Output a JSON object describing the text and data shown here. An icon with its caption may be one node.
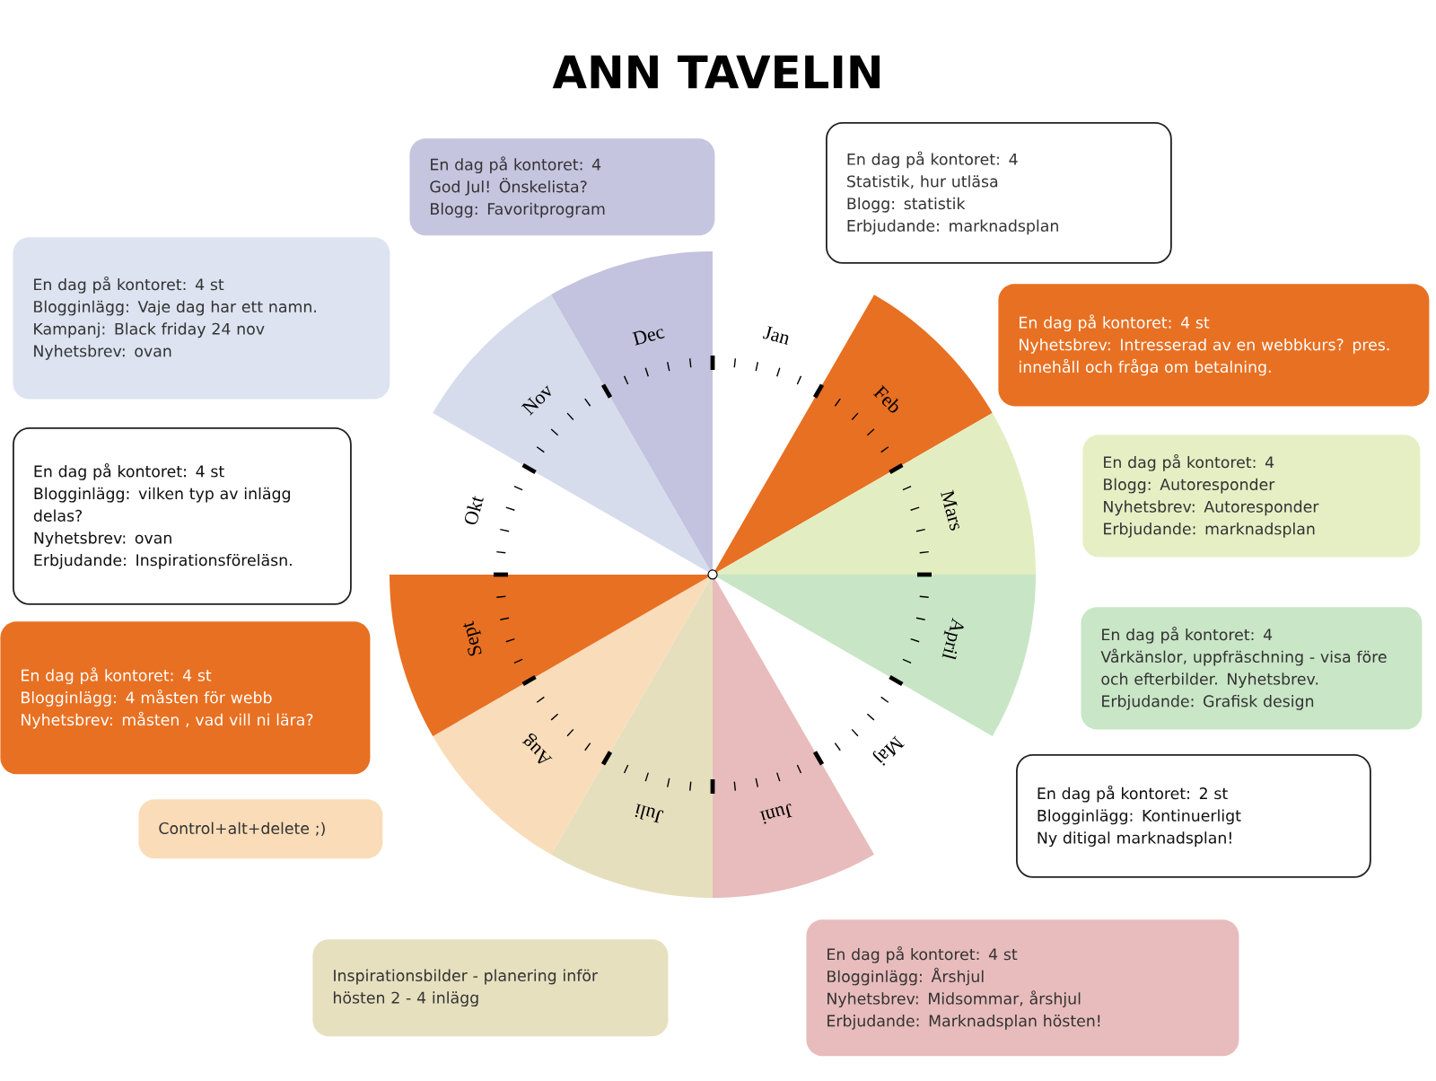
{
  "diagram": {
    "title": "ANN TAVELIN",
    "nodes": [
      {
        "text": [
          "En dag på kontoret: 4",
          "God Jul! Önskelista?",
          "Blogg: Favoritprogram"
        ]
      },
      {
        "text": [
          "En dag på kontoret: 4",
          "Statistik, hur utläsa",
          "Blogg: statistik",
          "Erbjudande: marknadsplan"
        ]
      },
      {
        "text": [
          "En dag på kontoret: 4 st",
          "Blogginlägg: Vaje dag har ett namn.",
          "Kampanj: Black friday 24 nov",
          "Nyhetsbrev: ovan"
        ]
      },
      {
        "text": [
          "En dag på kontoret: 4 st",
          "Nyhetsbrev: Intresserad av en webbkurs? pres. innehåll och fråga om betalning."
        ]
      },
      {
        "text": [
          "En dag på kontoret: 4",
          "Blogg: Autoresponder",
          "Nyhetsbrev: Autoresponder",
          "Erbjudande: marknadsplan"
        ]
      },
      {
        "text": [
          "En dag på kontoret: 4 st",
          "Blogginlägg: vilken typ av inlägg delas?",
          "Nyhetsbrev: ovan",
          "Erbjudande: Inspirationsföreläsn."
        ]
      },
      {
        "text": [
          "En dag på kontoret: 4",
          "Vårkänslor, uppfräschning - visa före och efterbilder. Nyhetsbrev.",
          "Erbjudande: Grafisk design"
        ]
      },
      {
        "text": [
          "En dag på kontoret: 4 st",
          "Blogginlägg: 4 måsten för webb",
          "Nyhetsbrev: måsten , vad vill ni lära?"
        ]
      },
      {
        "text": [
          "En dag på kontoret: 2 st",
          "Blogginlägg: Kontinuerligt",
          "Ny ditigal marknadsplan!"
        ]
      },
      {
        "text": [
          "Control+alt+delete ;)"
        ]
      },
      {
        "text": [
          "Inspirationsbilder - planering inför hösten 2 - 4 inlägg"
        ]
      },
      {
        "text": [
          "En dag på kontoret: 4 st",
          "Blogginlägg: Årshjul",
          "Nyhetsbrev: Midsommar, årshjul",
          "Erbjudande: Marknadsplan hösten!"
        ]
      },
      {
        "text": [
          "Feb"
        ]
      },
      {
        "text": [
          "Mars"
        ]
      },
      {
        "text": [
          "April"
        ]
      },
      {
        "text": [
          "Juni"
        ]
      },
      {
        "text": [
          "Juli"
        ]
      },
      {
        "text": [
          "Aug"
        ]
      },
      {
        "text": [
          "Sept"
        ]
      },
      {
        "text": [
          "Nov"
        ]
      },
      {
        "text": [
          "Dec"
        ]
      }
    ],
    "labels": [
      "Jan",
      "Maj",
      "Okt"
    ]
  }
}
